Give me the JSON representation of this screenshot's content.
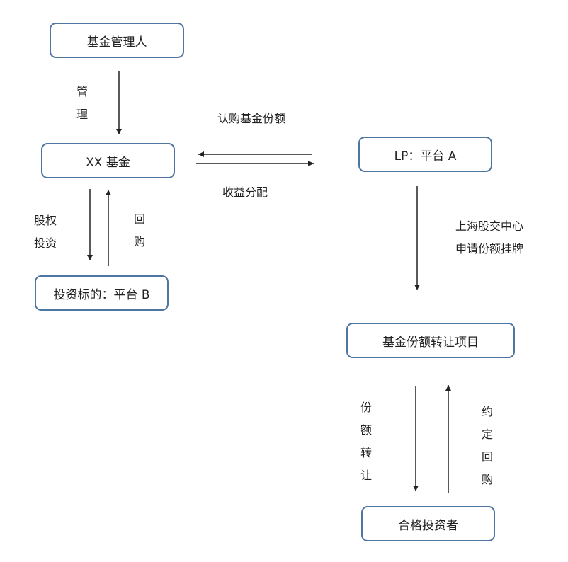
{
  "nodes": {
    "manager": "基金管理人",
    "fund": "XX 基金",
    "lp": "LP：平台 A",
    "target": "投资标的：平台 B",
    "project": "基金份额转让项目",
    "investor": "合格投资者"
  },
  "labels": {
    "manage": [
      "管",
      "理"
    ],
    "subscribe": "认购基金份额",
    "distribute": "收益分配",
    "equity": "股权",
    "invest": "投资",
    "buyback": [
      "回",
      "购"
    ],
    "shanghai": "上海股交中心",
    "apply": "申请份额挂牌",
    "transfer": [
      "份",
      "额",
      "转",
      "让"
    ],
    "agreed_buyback": [
      "约",
      "定",
      "回",
      "购"
    ]
  }
}
